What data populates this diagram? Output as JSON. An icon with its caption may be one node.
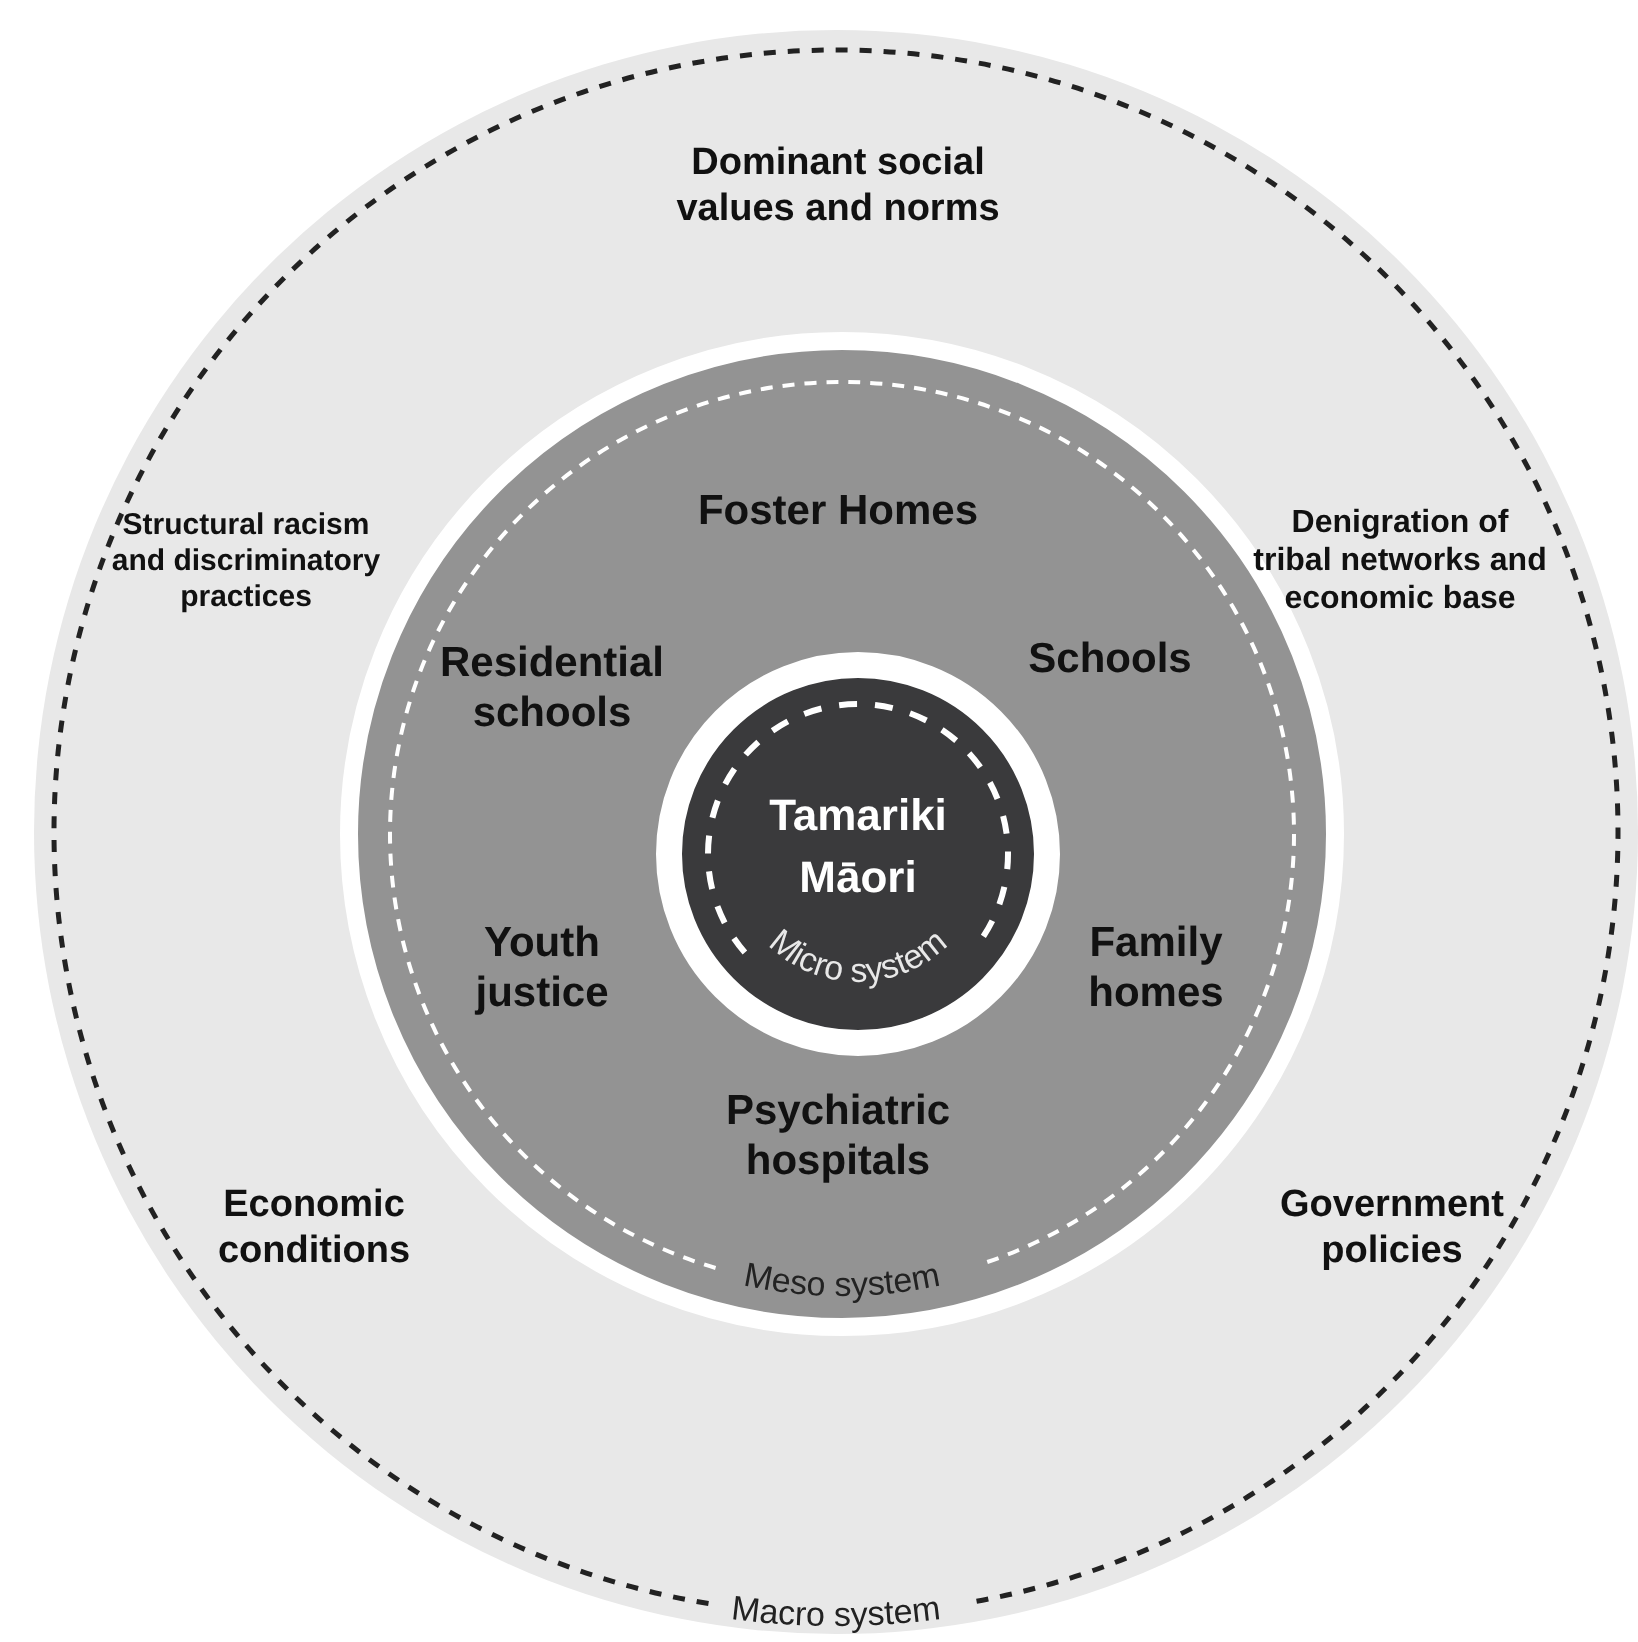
{
  "diagram": {
    "nodes": [
      {
        "text": [
          "Macro system"
        ]
      },
      {
        "text": [
          "Meso system"
        ],
        "in": 0
      },
      {
        "text": [
          "Tamariki Māori",
          "Micro system"
        ],
        "in": 1
      }
    ],
    "labels": [
      "Dominant social values and norms",
      "Structural racism and discriminatory practices",
      "Denigration of tribal networks and economic base",
      "Foster Homes",
      "Residential schools",
      "Schools",
      "Youth justice",
      "Family homes",
      "Psychiatric hospitals",
      "Economic conditions",
      "Government policies"
    ]
  }
}
